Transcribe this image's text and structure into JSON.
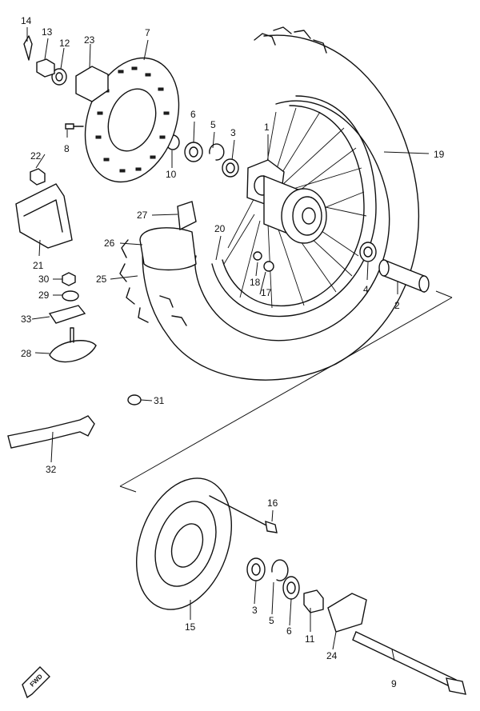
{
  "callouts": [
    "1",
    "2",
    "3",
    "4",
    "5",
    "6",
    "7",
    "8",
    "9",
    "10",
    "11",
    "12",
    "13",
    "14",
    "15",
    "16",
    "17",
    "18",
    "19",
    "20",
    "21",
    "22",
    "23",
    "24",
    "25",
    "26",
    "27",
    "28",
    "29",
    "30",
    "31",
    "32",
    "33"
  ],
  "lower_callouts": [
    "3",
    "5",
    "6",
    "11"
  ],
  "fwd_label": "FWD"
}
